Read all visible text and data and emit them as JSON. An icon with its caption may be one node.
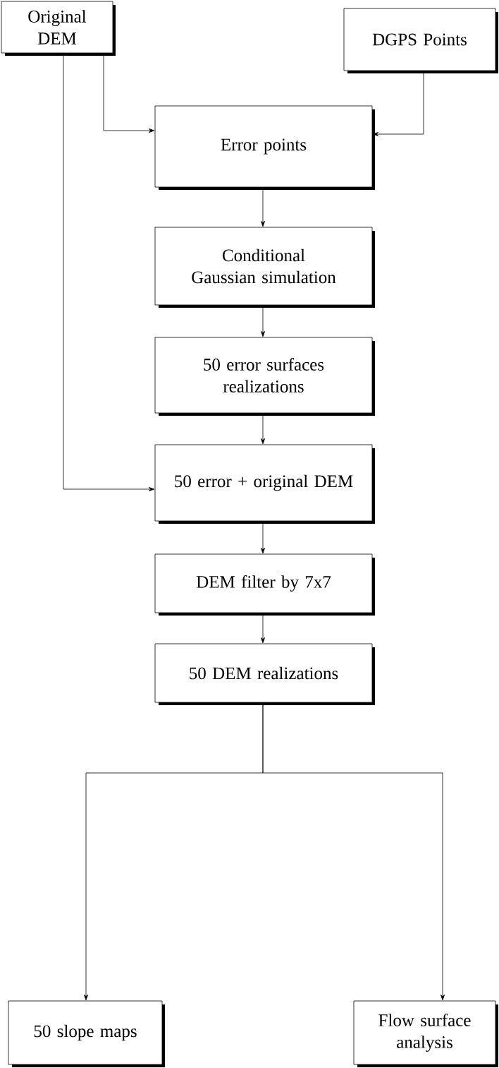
{
  "diagram": {
    "nodes": [
      {
        "text": [
          "Original DEM"
        ]
      },
      {
        "text": [
          "DGPS Points"
        ]
      },
      {
        "text": [
          "Error points"
        ]
      },
      {
        "text": [
          "Conditional Gaussian simulation"
        ]
      },
      {
        "text": [
          "50 error surfaces realizations"
        ]
      },
      {
        "text": [
          "50 error + original DEM"
        ]
      },
      {
        "text": [
          "DEM filter by 7x7"
        ]
      },
      {
        "text": [
          "50 DEM realizations"
        ]
      },
      {
        "text": [
          "50 slope maps"
        ]
      },
      {
        "text": [
          "Flow surface analysis"
        ]
      }
    ],
    "edges": [
      {
        "from": 0,
        "to": 2,
        "arrow": "to"
      },
      {
        "from": 1,
        "to": 2,
        "arrow": "to"
      },
      {
        "from": 2,
        "to": 3,
        "arrow": "to"
      },
      {
        "from": 3,
        "to": 4,
        "arrow": "to"
      },
      {
        "from": 0,
        "to": 5,
        "arrow": "to"
      },
      {
        "from": 4,
        "to": 5,
        "arrow": "to"
      },
      {
        "from": 5,
        "to": 6,
        "arrow": "to"
      },
      {
        "from": 6,
        "to": 7,
        "arrow": "to"
      },
      {
        "from": 7,
        "to": 8,
        "arrow": "to"
      },
      {
        "from": 7,
        "to": 9,
        "arrow": "to"
      }
    ]
  }
}
